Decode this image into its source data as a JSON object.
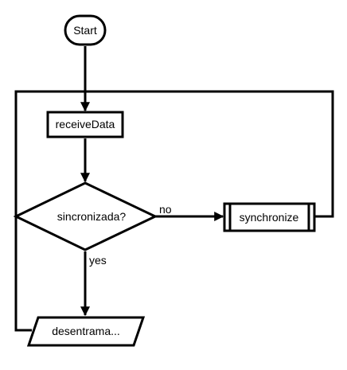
{
  "diagram": {
    "type": "flowchart",
    "nodes": {
      "start": {
        "label": "Start",
        "shape": "terminal"
      },
      "receive": {
        "label": "receiveData",
        "shape": "process"
      },
      "decision": {
        "label": "sincronizada?",
        "shape": "decision"
      },
      "sync": {
        "label": "synchronize",
        "shape": "predefined-process"
      },
      "output": {
        "label": "desentrama...",
        "shape": "data"
      }
    },
    "edges": {
      "no_label": "no",
      "yes_label": "yes"
    },
    "colors": {
      "stroke": "#000000",
      "fill": "#ffffff",
      "background": "#ffffff"
    }
  }
}
